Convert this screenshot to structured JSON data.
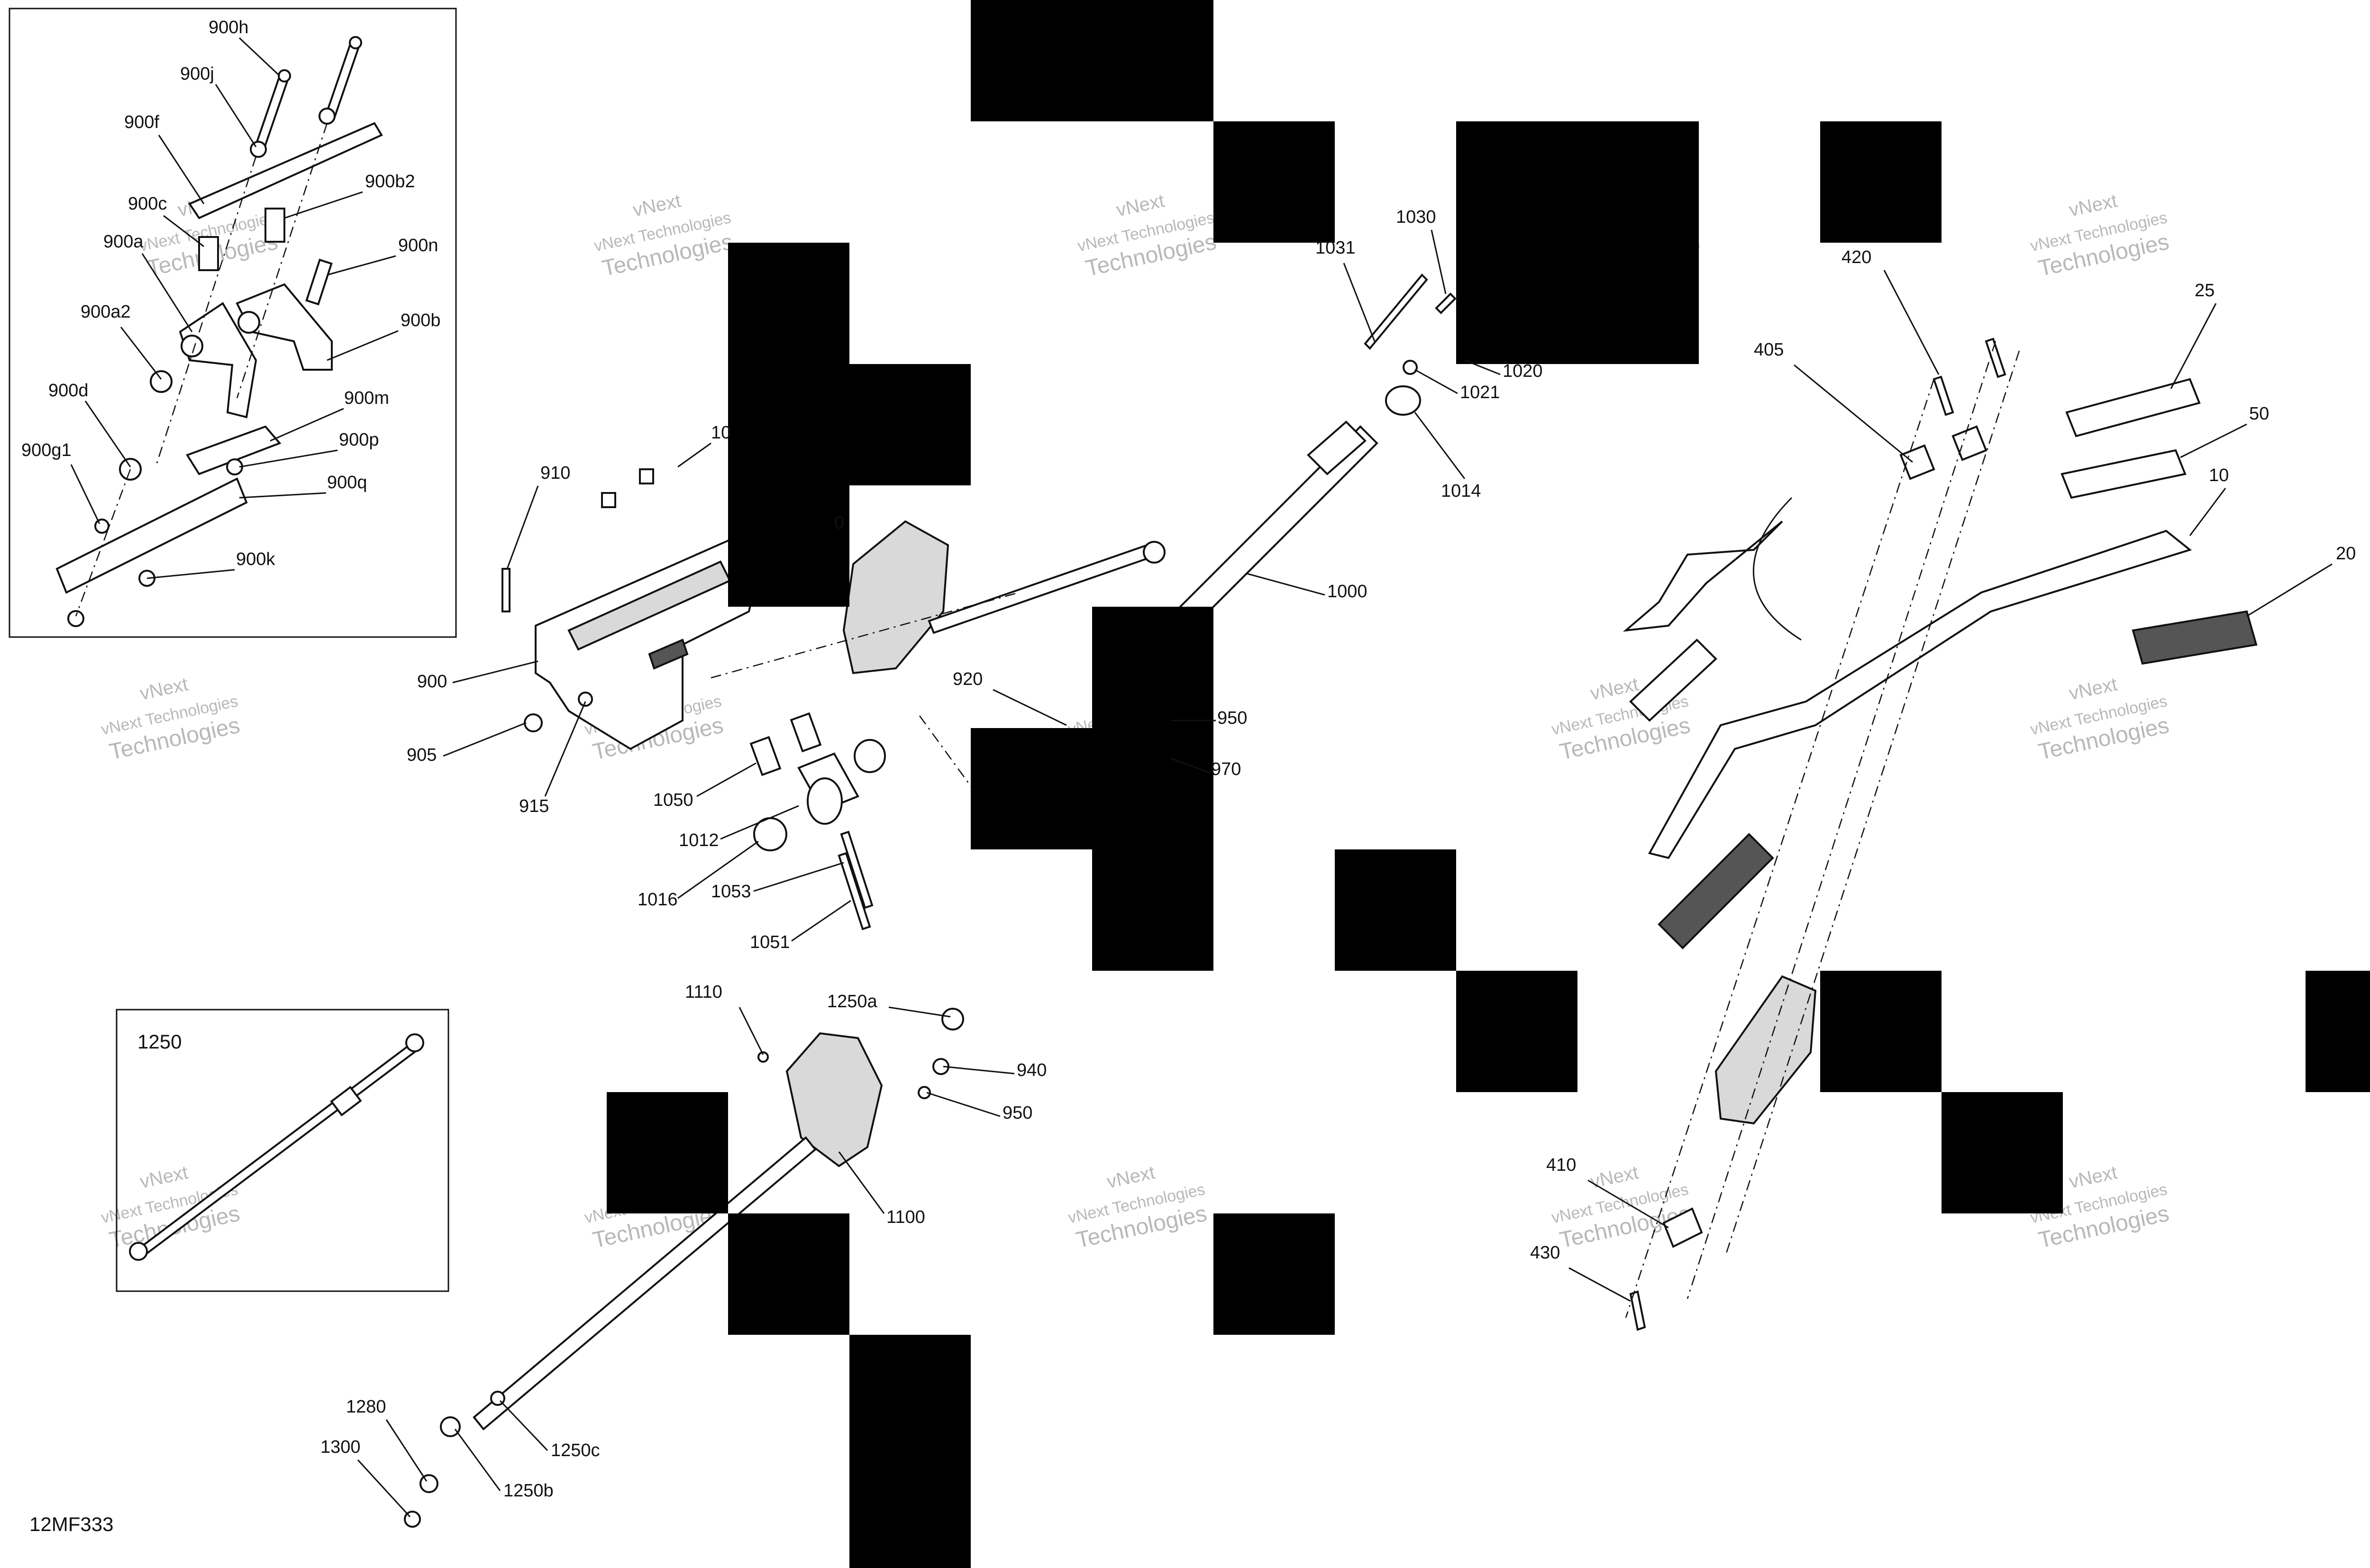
{
  "diagram": {
    "code": "12MF333",
    "watermark": {
      "line1": "vNext",
      "line2": "vNext Technologies",
      "line3": "Technologies"
    },
    "inset_labels": [
      "1250"
    ],
    "callouts": [
      "900h",
      "900j",
      "900f",
      "900c",
      "900b2",
      "900a",
      "900n",
      "900a2",
      "900b",
      "900d",
      "900m",
      "900g1",
      "900p",
      "900q",
      "900k",
      "910",
      "10",
      "0",
      "900",
      "905",
      "915",
      "1050",
      "1012",
      "1016",
      "1053",
      "1051",
      "920",
      "950",
      "970",
      "1031",
      "1030",
      "1021",
      "1020",
      "1014",
      "1000",
      "420",
      "405",
      "25",
      "50",
      "10",
      "20",
      "1110",
      "1250a",
      "940",
      "950",
      "1100",
      "410",
      "430",
      "1280",
      "1300",
      "1250c",
      "1250b"
    ]
  }
}
